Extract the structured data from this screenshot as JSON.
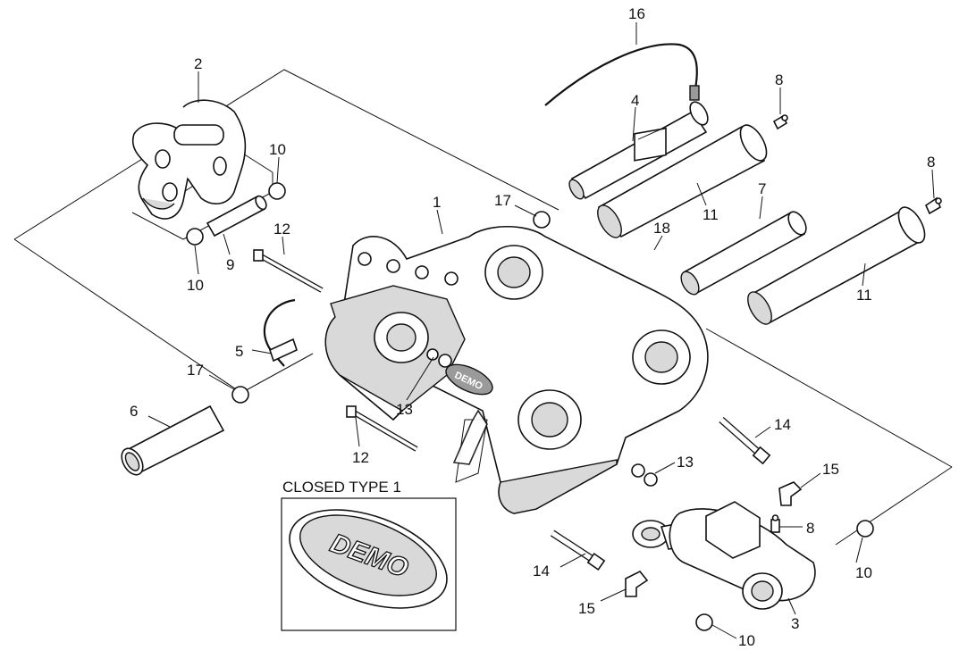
{
  "callouts": [
    {
      "id": "16",
      "text": "16"
    },
    {
      "id": "2",
      "text": "2"
    },
    {
      "id": "4",
      "text": "4"
    },
    {
      "id": "8a",
      "text": "8"
    },
    {
      "id": "10a",
      "text": "10"
    },
    {
      "id": "17a",
      "text": "17"
    },
    {
      "id": "1",
      "text": "1"
    },
    {
      "id": "11a",
      "text": "11"
    },
    {
      "id": "7",
      "text": "7"
    },
    {
      "id": "8b",
      "text": "8"
    },
    {
      "id": "12a",
      "text": "12"
    },
    {
      "id": "18",
      "text": "18"
    },
    {
      "id": "9",
      "text": "9"
    },
    {
      "id": "10b",
      "text": "10"
    },
    {
      "id": "11b",
      "text": "11"
    },
    {
      "id": "5",
      "text": "5"
    },
    {
      "id": "17b",
      "text": "17"
    },
    {
      "id": "13a",
      "text": "13"
    },
    {
      "id": "6",
      "text": "6"
    },
    {
      "id": "14a",
      "text": "14"
    },
    {
      "id": "12b",
      "text": "12"
    },
    {
      "id": "13b",
      "text": "13"
    },
    {
      "id": "15a",
      "text": "15"
    },
    {
      "id": "8c",
      "text": "8"
    },
    {
      "id": "14b",
      "text": "14"
    },
    {
      "id": "10c",
      "text": "10"
    },
    {
      "id": "15b",
      "text": "15"
    },
    {
      "id": "3",
      "text": "3"
    },
    {
      "id": "10d",
      "text": "10"
    }
  ],
  "inset": {
    "title": "CLOSED TYPE 1",
    "logo_text": "DEMO"
  },
  "main_logo_text": "DEMO",
  "colors": {
    "line": "#111111",
    "shade": "#d9d9d9",
    "background": "#ffffff"
  }
}
